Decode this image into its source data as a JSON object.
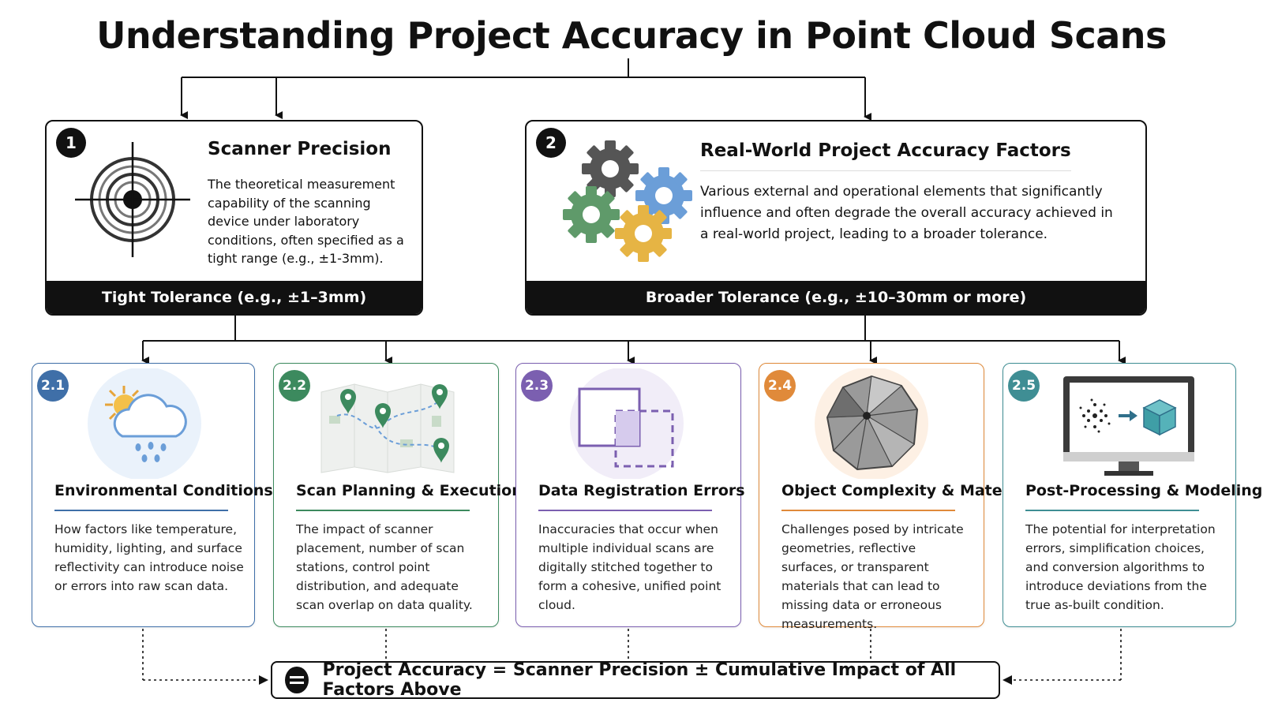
{
  "title": "Understanding Project Accuracy in Point Cloud Scans",
  "box1": {
    "number": "1",
    "title": "Scanner Precision",
    "description": "The theoretical measurement capability of the scanning device under laboratory conditions, often specified as a tight range (e.g., ±1-3mm).",
    "band": "Tight Tolerance (e.g., ±1–3mm)",
    "icon": "target-icon"
  },
  "box2": {
    "number": "2",
    "title": "Real-World Project Accuracy Factors",
    "description": "Various external and operational elements that significantly influence and often degrade the overall accuracy achieved in a real-world project, leading to a broader tolerance.",
    "band": "Broader Tolerance (e.g., ±10–30mm or more)",
    "icon": "gears-icon"
  },
  "cards": [
    {
      "number": "2.1",
      "title": "Environmental Conditions",
      "description": "How factors like temperature, humidity, lighting, and surface reflectivity can introduce noise or errors into raw scan data.",
      "color": "#3f6fa8",
      "icon": "weather-icon"
    },
    {
      "number": "2.2",
      "title": "Scan Planning & Execution",
      "description": "The impact of scanner placement, number of scan stations, control point distribution, and adequate scan overlap on data quality.",
      "color": "#3c8a5e",
      "icon": "map-pins-icon"
    },
    {
      "number": "2.3",
      "title": "Data Registration Errors",
      "description": "Inaccuracies that occur when multiple individual scans are digitally stitched together to form a cohesive, unified point cloud.",
      "color": "#7b5fb0",
      "icon": "overlap-squares-icon"
    },
    {
      "number": "2.4",
      "title": "Object Complexity & Material",
      "description": "Challenges posed by intricate geometries, reflective surfaces, or transparent materials that can lead to missing data or erroneous measurements.",
      "color": "#e08a3a",
      "icon": "polyhedron-icon"
    },
    {
      "number": "2.5",
      "title": "Post-Processing & Modeling",
      "description": "The potential for interpretation errors, simplification choices, and conversion algorithms to introduce deviations from the true as-built condition.",
      "color": "#3f8e94",
      "icon": "monitor-icon"
    }
  ],
  "formula": {
    "text": "Project Accuracy = Scanner Precision ± Cumulative Impact of All Factors Above",
    "icon": "equals-icon"
  }
}
